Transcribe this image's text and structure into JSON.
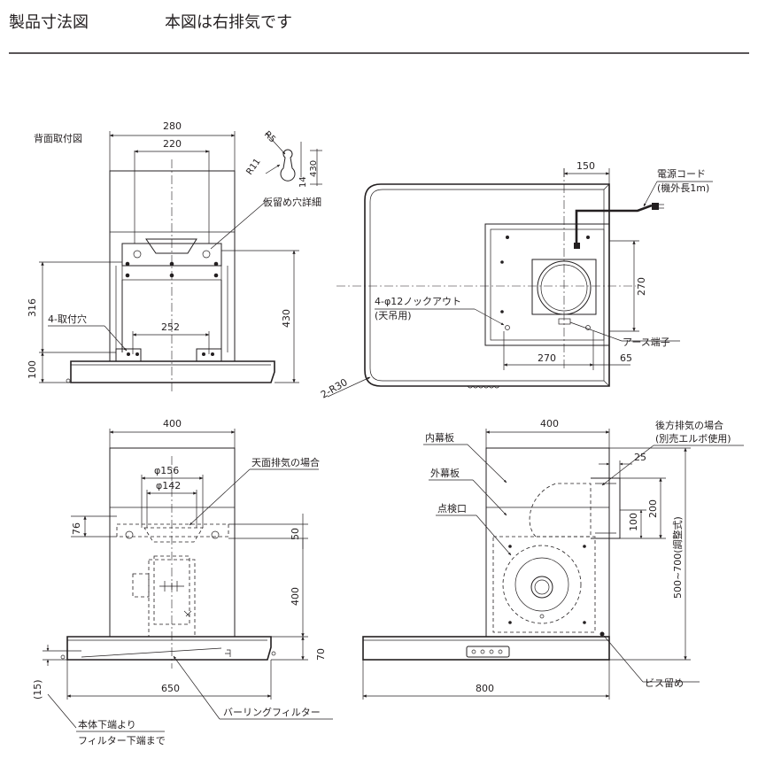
{
  "header": {
    "title": "製品寸法図",
    "subtitle": "本図は右排気です"
  },
  "back_view": {
    "label": "背面取付図",
    "dim_280": "280",
    "dim_220": "220",
    "dim_r5": "R5",
    "dim_r11": "R11",
    "dim_14": "14",
    "dim_430_small": "430",
    "hole_detail_label": "仮留め穴詳細",
    "dim_316": "316",
    "mount_hole_label": "4-取付穴",
    "dim_252": "252",
    "dim_430": "430",
    "dim_100": "100"
  },
  "top_view": {
    "dim_150": "150",
    "cord_label_1": "電源コード",
    "cord_label_2": "(機外長1m)",
    "knockout_label_1": "4-φ12ノックアウト",
    "knockout_label_2": "(天吊用)",
    "dim_270_v": "270",
    "earth_label": "アース端子",
    "dim_270_h": "270",
    "dim_65": "65",
    "corner_label": "2-R30"
  },
  "front_view": {
    "dim_400": "400",
    "dim_phi156": "φ156",
    "dim_phi142": "φ142",
    "top_exhaust_label": "天面排気の場合",
    "dim_76": "76",
    "dim_50": "50",
    "dim_400_v": "400",
    "dim_70": "70",
    "dim_650": "650",
    "dim_15": "(15)",
    "filter_label": "バーリングフィルター",
    "bottom_note_1": "本体下端より",
    "bottom_note_2": "フィルター下端まで"
  },
  "side_view": {
    "dim_400": "400",
    "inner_panel_label": "内幕板",
    "rear_exhaust_label_1": "後方排気の場合",
    "rear_exhaust_label_2": "(別売エルボ使用)",
    "outer_panel_label": "外幕板",
    "dim_25": "25",
    "inspection_label": "点検口",
    "dim_200": "200",
    "dim_100": "100",
    "dim_adjust": "500~700(調整式)",
    "dim_800": "800",
    "screw_label": "ビス留め"
  }
}
